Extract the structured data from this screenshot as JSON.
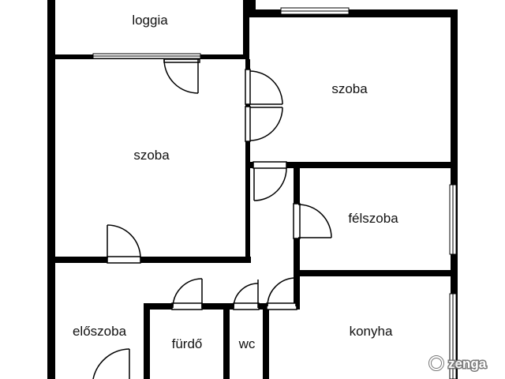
{
  "rooms": {
    "loggia": "loggia",
    "bedroom_left": "szoba",
    "bedroom_right": "szoba",
    "half_room": "félszoba",
    "hall": "előszoba",
    "bathroom": "fürdő",
    "toilet": "wc",
    "kitchen": "konyha"
  },
  "watermark": {
    "text": "zenga",
    "icon": "zenga-logo-icon"
  },
  "colors": {
    "wall": "#000000",
    "background": "#ffffff",
    "window": "#ffffff",
    "watermark": "#ffffff"
  }
}
